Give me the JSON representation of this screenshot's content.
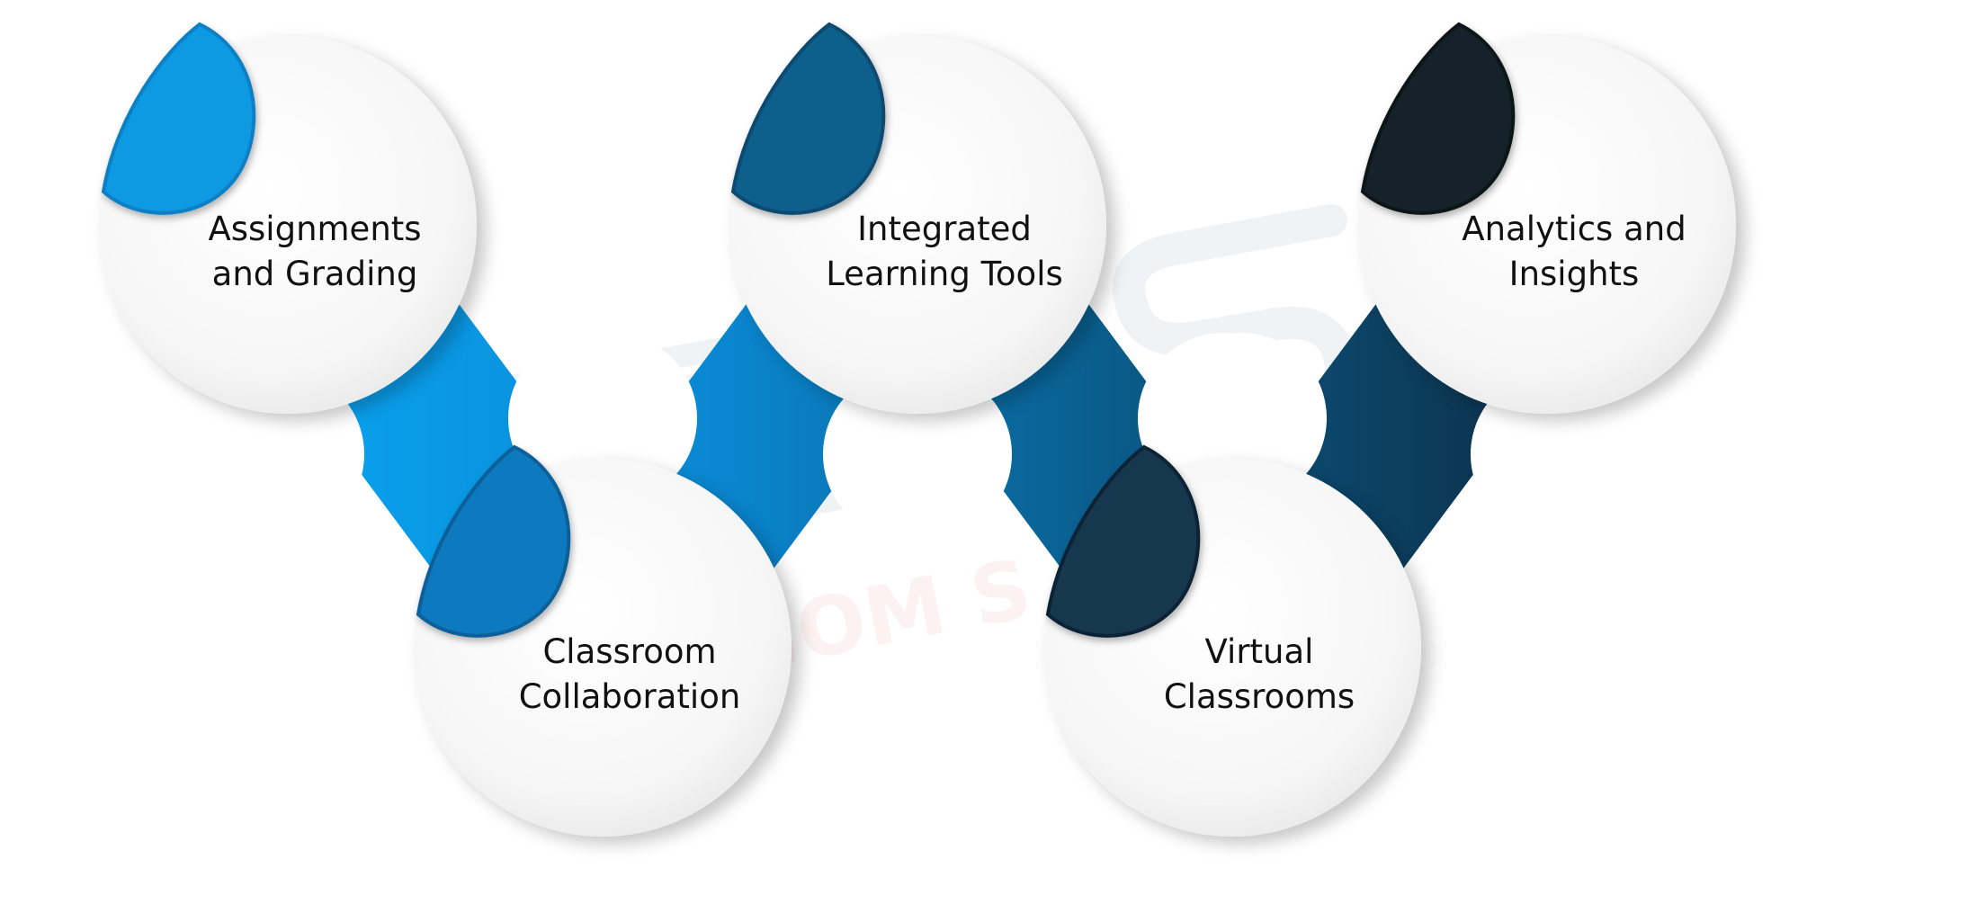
{
  "diagram": {
    "items": [
      {
        "lines": [
          "Assignments",
          "and Grading"
        ],
        "accent": "#0f9ae3",
        "accent_dark": "#0a7fc4"
      },
      {
        "lines": [
          "Classroom",
          "Collaboration"
        ],
        "accent": "#0e79be",
        "accent_dark": "#0a5f99"
      },
      {
        "lines": [
          "Integrated",
          "Learning Tools"
        ],
        "accent": "#0d5f8c",
        "accent_dark": "#0a4a70"
      },
      {
        "lines": [
          "Virtual",
          "Classrooms"
        ],
        "accent": "#16384f",
        "accent_dark": "#0c2436"
      },
      {
        "lines": [
          "Analytics and",
          "Insights"
        ],
        "accent": "#132329",
        "accent_dark": "#0b1519"
      }
    ]
  }
}
